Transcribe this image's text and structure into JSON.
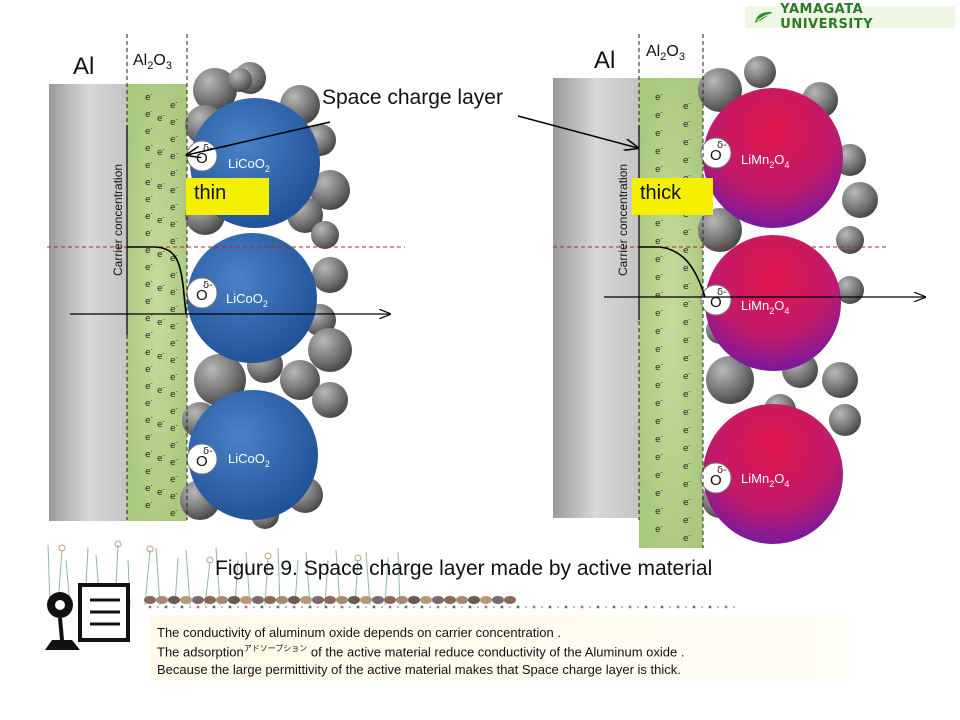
{
  "logo": {
    "text": "YAMAGATA UNIVERSITY"
  },
  "left_panel": {
    "metal_label": "Al",
    "oxide_label": "Al",
    "oxide_sub": "2",
    "oxide_o": "O",
    "oxide_sub2": "3",
    "axis_label": "Carrier concentration",
    "layer_tag": "thin",
    "particles": [
      {
        "name": "LiCoO",
        "sub": "2"
      },
      {
        "name": "LiCoO",
        "sub": "2"
      },
      {
        "name": "LiCoO",
        "sub": "2"
      }
    ]
  },
  "right_panel": {
    "metal_label": "Al",
    "oxide_label": "Al",
    "oxide_sub": "2",
    "oxide_o": "O",
    "oxide_sub2": "3",
    "axis_label": "Carrier concentration",
    "layer_tag": "thick",
    "particles": [
      {
        "name": "LiMn",
        "sub": "2",
        "rest": "O",
        "sub2": "4"
      },
      {
        "name": "LiMn",
        "sub": "2",
        "rest": "O",
        "sub2": "4"
      },
      {
        "name": "LiMn",
        "sub": "2",
        "rest": "O",
        "sub2": "4"
      }
    ]
  },
  "oxygen_symbol": "O",
  "delta_symbol": "δ-",
  "electron_symbol": "e",
  "electron_charge": "-",
  "space_charge_label": "Space charge layer",
  "caption": "Figure 9. Space charge layer made by active material",
  "notes": {
    "line1": "The conductivity of aluminum oxide depends on carrier concentration .",
    "line2_pre": "The adsorption",
    "line2_ruby": "アドソープション",
    "line2_post": "  of the active material reduce conductivity of the Aluminum oxide .",
    "line3": "Because the large permittivity of  the active material makes that Space charge layer is thick."
  },
  "colors": {
    "oxide_green": "#b5cf8e",
    "licoo2_blue": "#2f66b0",
    "limn2o4_magenta": "#c01a6c",
    "tag_yellow": "#f5ef00",
    "dashed_red": "#c02020"
  }
}
